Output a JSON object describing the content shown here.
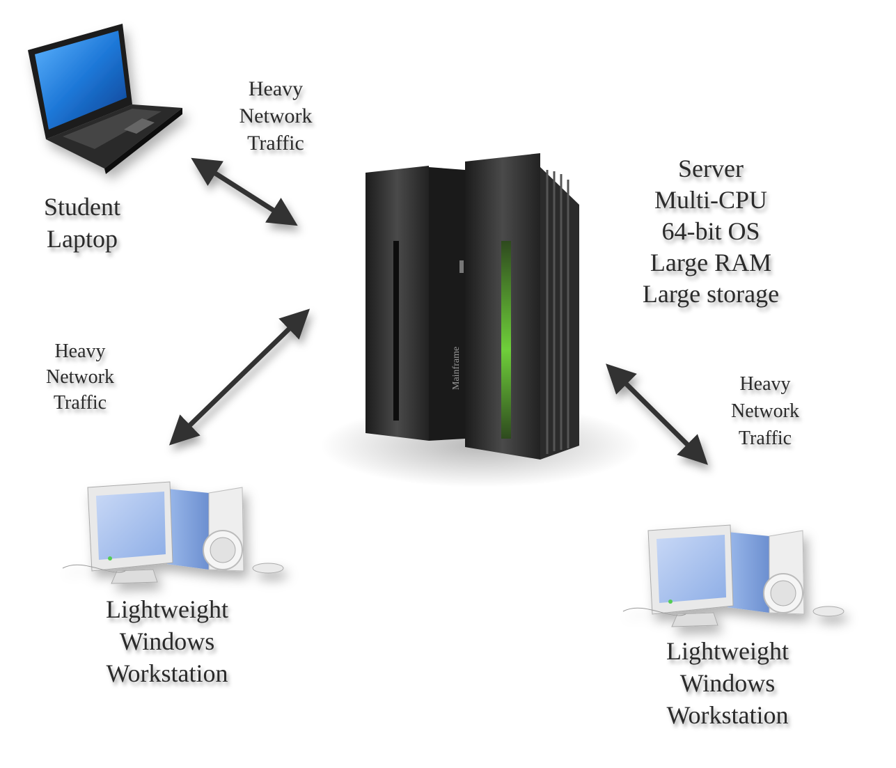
{
  "nodes": {
    "laptop": {
      "lines": [
        "Student",
        "Laptop"
      ]
    },
    "server": {
      "lines": [
        "Server",
        "Multi-CPU",
        "64-bit OS",
        "Large RAM",
        "Large storage"
      ],
      "brand": "Mainframe"
    },
    "workstation_left": {
      "lines": [
        "Lightweight",
        "Windows",
        "Workstation"
      ]
    },
    "workstation_right": {
      "lines": [
        "Lightweight",
        "Windows",
        "Workstation"
      ]
    }
  },
  "links": {
    "laptop_server": {
      "lines": [
        "Heavy",
        "Network",
        "Traffic"
      ]
    },
    "workstation_left_server": {
      "lines": [
        "Heavy",
        "Network",
        "Traffic"
      ]
    },
    "workstation_right_server": {
      "lines": [
        "Heavy",
        "Network",
        "Traffic"
      ]
    }
  },
  "colors": {
    "arrow": "#333333",
    "server_body": "#2b2b2b",
    "server_indicator": "#6fcf3a",
    "laptop_screen": "#1e78d8",
    "workstation_screen": "#a9c3ee",
    "text": "#2a2a2a"
  },
  "icons": [
    "laptop-icon",
    "server-icon",
    "workstation-icon",
    "double-arrow-icon"
  ]
}
